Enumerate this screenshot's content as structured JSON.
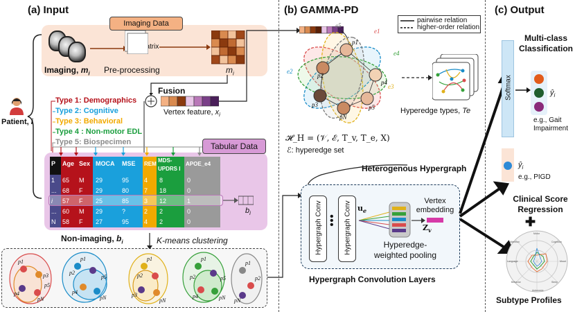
{
  "panel_a": {
    "title": "(a) Input",
    "imaging_data": "Imaging Data",
    "fc_matrix": "FC Matrix",
    "imaging_label": "Imaging,",
    "imaging_var": "m",
    "imaging_sub": "i",
    "preprocessing": "Pre-processing",
    "m_label": "m",
    "m_sub": "i",
    "patient_label": "Patient,",
    "patient_var": "i",
    "fusion": "Fusion",
    "vertex_feature": "Vertex feature,",
    "vertex_var": "x",
    "vertex_sub": "i",
    "types": [
      {
        "text": "Type 1: Demographics",
        "color": "#b5121b"
      },
      {
        "text": "Type 2: Cognitive",
        "color": "#1aa0dc"
      },
      {
        "text": "Type 3: Behavioral",
        "color": "#f2a900"
      },
      {
        "text": "Type 4 : Non-motor EDL",
        "color": "#1b9e3e"
      },
      {
        "text": "Type 5: Biospecimen",
        "color": "#8c8c8c"
      }
    ],
    "tabular_data": "Tabular Data",
    "table": {
      "headers": [
        "P",
        "Age",
        "Sex",
        "MOCA",
        "MSE",
        "REM",
        "MDS-UPDRS I",
        "APOE_e4"
      ],
      "rows": [
        [
          "1",
          "65",
          "M",
          "29",
          "95",
          "4",
          "8",
          "0"
        ],
        [
          "...",
          "68",
          "F",
          "29",
          "80",
          "7",
          "18",
          "0"
        ],
        [
          "i",
          "57",
          "F",
          "25",
          "85",
          "3",
          "12",
          "1"
        ],
        [
          "...",
          "60",
          "M",
          "29",
          "?",
          "2",
          "2",
          "0"
        ],
        [
          "N",
          "58",
          "F",
          "27",
          "95",
          "4",
          "2",
          "0"
        ]
      ]
    },
    "b_label": "b",
    "b_sub": "i",
    "non_imaging": "Non-imaging,",
    "non_imaging_var": "b",
    "non_imaging_sub": "i",
    "kmeans": "K-means clustering",
    "cluster_labels": [
      "p1",
      "p2",
      "p3",
      "p4",
      "p5",
      "pN"
    ]
  },
  "panel_b": {
    "title": "(b) GAMMA-PD",
    "legend": {
      "pairwise": "pairwise relation",
      "higher": "higher-order relation"
    },
    "edge_labels": [
      "e1",
      "e2",
      "e3",
      "e4",
      "e5"
    ],
    "node_labels": [
      "p1",
      "p2",
      "p3",
      "p4",
      "p5",
      "pN"
    ],
    "hyperedge_types": "Hyperedge types,",
    "hyperedge_types_var": "Te",
    "formula": "𝓗_H = (𝒱, ℰ, T_v, T_e, X)",
    "formula_html": "ℋ",
    "edge_set": "ℰ: hyperedge set",
    "heterogenous": "Heterogenous Hypergraph",
    "conv1": "Hypergraph Conv",
    "conv2": "Hypergraph Conv",
    "ue": "u",
    "ue_sub": "e",
    "vertex_embedding": "Vertex embedding",
    "zv": "Z",
    "zv_sub": "v",
    "pooling": "Hyperedge-weighted pooling",
    "conv_layers": "Hypergraph Convolution Layers"
  },
  "panel_c": {
    "title": "(c) Output",
    "multi_class": "Multi-class Classification",
    "softmax": "Softmax",
    "y_hat": "ŷ",
    "y_sub": "i",
    "gait": "e.g., Gait Impairment",
    "pigd": "e.g., PIGD",
    "regression": "Clinical Score Regression",
    "plus": "✚",
    "subtype": "Subtype Profiles",
    "radar_axes": [
      "Motor",
      "Cognition",
      "Mood",
      "Sleep",
      "Autonomic",
      "Behavior",
      "Language",
      "Attention"
    ]
  },
  "colors": {
    "demographics": "#b5121b",
    "cognitive": "#1aa0dc",
    "behavioral": "#f2a900",
    "nonmotor": "#1b9e3e",
    "biospecimen": "#8c8c8c",
    "imaging_bg": "#fbe4d6",
    "imaging_tag": "#f4b183",
    "tabular_bg": "#e9c6e8",
    "tabular_tag": "#d79ad6",
    "matrix": "#8b3a0f",
    "vertex_feature": "#5a2a6e"
  }
}
